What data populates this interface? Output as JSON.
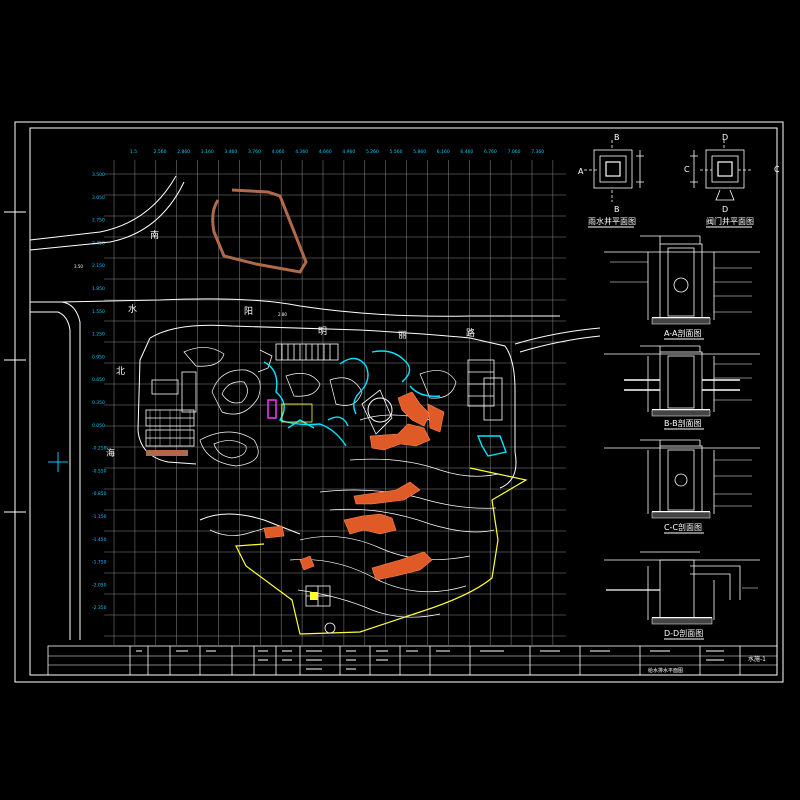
{
  "drawing": {
    "x_axis_labels": [
      "1.5",
      "2.560",
      "2.860",
      "3.160",
      "3.460",
      "3.760",
      "4.060",
      "4.360",
      "4.660",
      "4.960",
      "5.260",
      "5.560",
      "5.860",
      "6.160",
      "6.460",
      "6.760",
      "7.060",
      "7.360"
    ],
    "y_axis_labels": [
      "3.500",
      "3.050",
      "2.750",
      "2.450",
      "2.150",
      "1.850",
      "1.550",
      "1.250",
      "0.950",
      "0.650",
      "0.350",
      "0.050",
      "-0.250",
      "-0.550",
      "-0.850",
      "-1.150",
      "-1.450",
      "-1.750",
      "-2.050",
      "-2.350"
    ],
    "street_name_chars": [
      "南",
      "水",
      "阳",
      "明",
      "丽",
      "路",
      "北",
      "海"
    ],
    "spot_levels": [
      "3.50",
      "2.80"
    ],
    "grid_color": "#9a9a9a",
    "frame_color": "#ffffff",
    "label_color": "#00c8ff",
    "linework_colors": {
      "building": "#e05a28",
      "water": "#00e5ff",
      "boundary": "#ffff33",
      "path": "#ffffff",
      "accent": "#ff33ff",
      "road_hatch": "#b06a4a"
    }
  },
  "details": {
    "plan_views": [
      {
        "title": "雨水井平面图",
        "section_mark": "B",
        "side_mark": "A"
      },
      {
        "title": "阀门井平面图",
        "section_mark": "D",
        "side_mark": "C"
      }
    ],
    "sections": [
      {
        "title": "A-A剖面图"
      },
      {
        "title": "B-B剖面图"
      },
      {
        "title": "C-C剖面图"
      },
      {
        "title": "D-D剖面图"
      }
    ]
  },
  "title_block": {
    "sheet_name": "给水排水平面图",
    "drawing_no": "水施-1"
  }
}
